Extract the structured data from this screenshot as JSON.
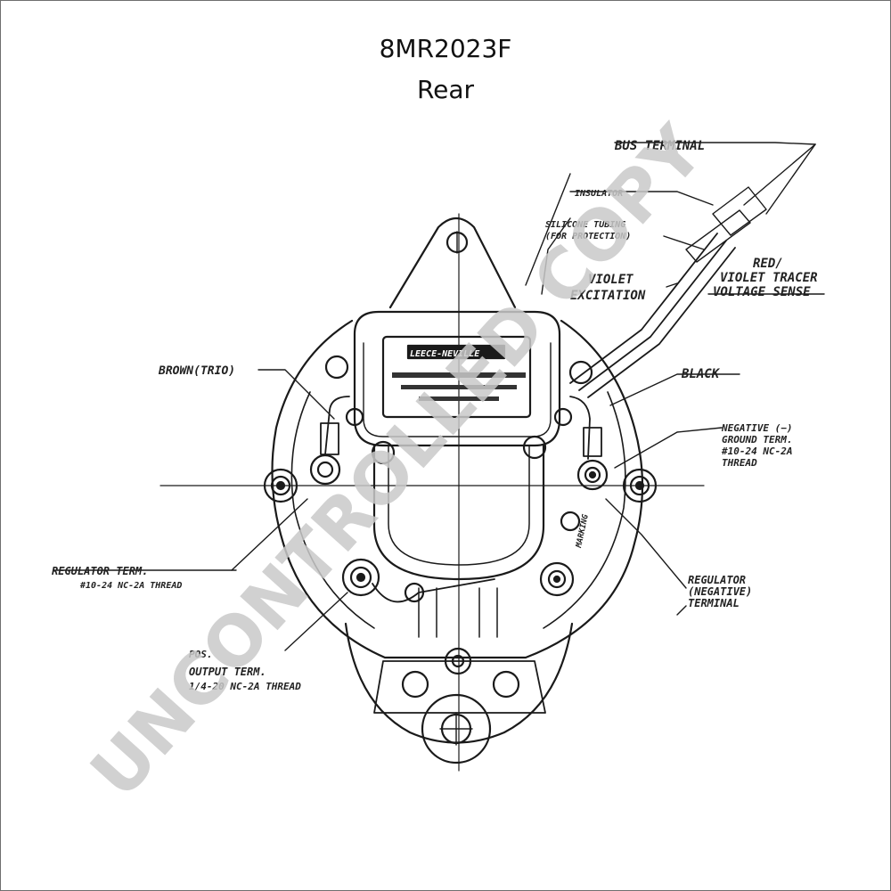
{
  "header": {
    "part_number": "8MR2023F",
    "view": "Rear"
  },
  "plate": {
    "brand": "LEECE-NEVILLE"
  },
  "labels": {
    "bus_terminal": "BUS TERMINAL",
    "insulator": "INSULATOR",
    "silicone_tubing": "SILICONE TUBING",
    "silicone_tubing_sub": "(FOR PROTECTION)",
    "violet": "VIOLET",
    "excitation": "EXCITATION",
    "red_violet": "RED/",
    "violet_tracer": "VIOLET TRACER",
    "voltage_sense": "VOLTAGE SENSE",
    "brown_trio": "BROWN(TRIO)",
    "black": "BLACK",
    "negative": "NEGATIVE (−)",
    "ground_term": "GROUND TERM.",
    "thread_spec": "#10-24 NC-2A",
    "thread": "THREAD",
    "regulator_term": "REGULATOR TERM.",
    "regulator_thread": "#10-24 NC-2A THREAD",
    "regulator": "REGULATOR",
    "negative_paren": "(NEGATIVE)",
    "terminal": "TERMINAL",
    "pos": "POS.",
    "output_term": "OUTPUT TERM.",
    "output_thread": "1/4-20 NC-2A THREAD",
    "marking": "MARKING"
  },
  "watermark": {
    "text": "UNCONTROLLED COPY",
    "color": "#c9c9c9"
  }
}
